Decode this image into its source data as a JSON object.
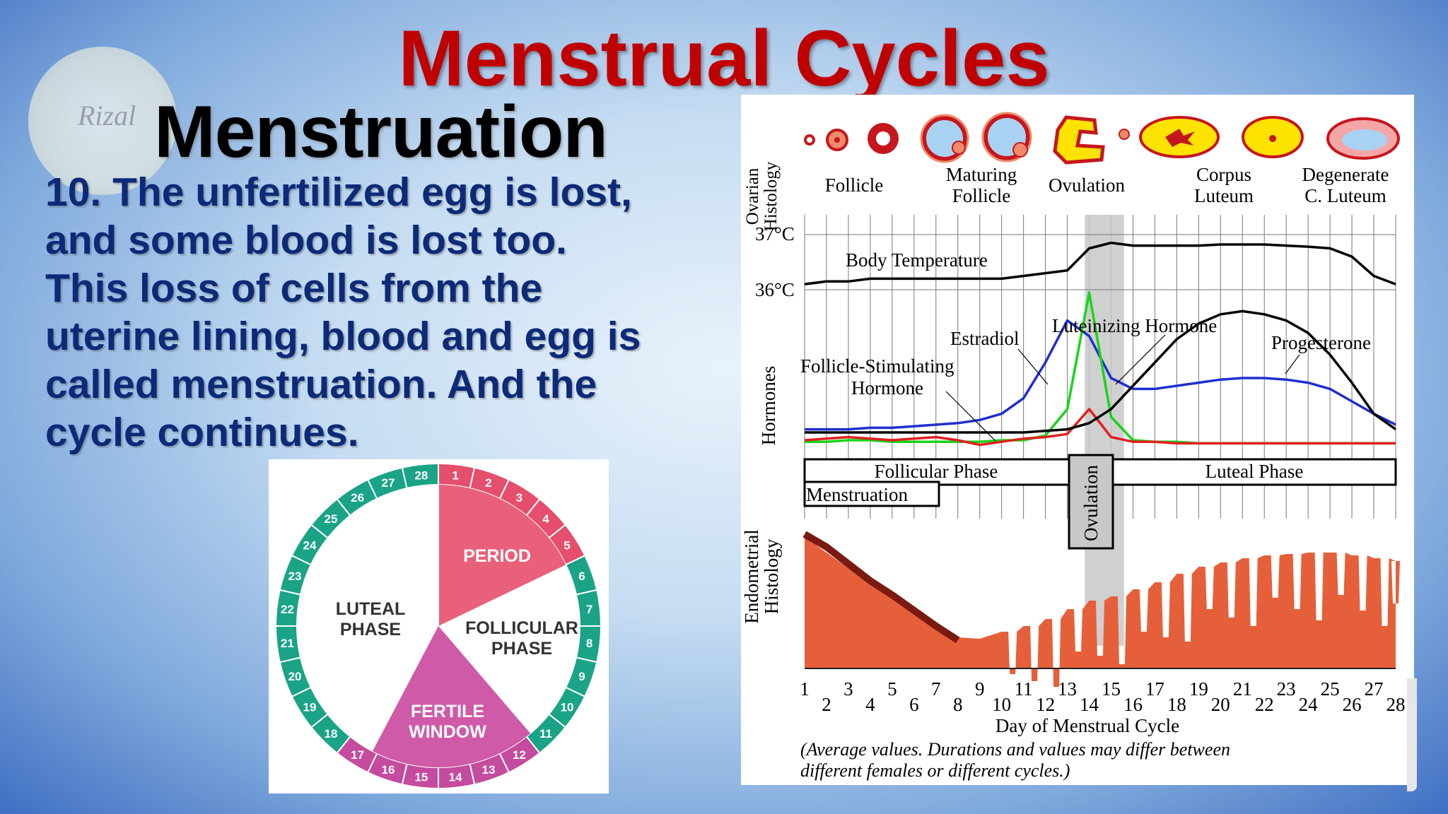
{
  "title": "Menstrual Cycles",
  "subtitle": "Menstruation",
  "body_lines": [
    "10. The unfertilized egg is lost,",
    "and some blood is lost  too.",
    "This loss of cells from the",
    "uterine lining, blood and egg is",
    "called menstruation. And the",
    "cycle continues."
  ],
  "seal_text": "Rizal",
  "wheel": {
    "period_label": "PERIOD",
    "follicular_label": [
      "FOLLICULAR",
      "PHASE"
    ],
    "luteal_label": [
      "LUTEAL",
      "PHASE"
    ],
    "fertile_label": [
      "FERTILE",
      "WINDOW"
    ],
    "days": [
      "1",
      "2",
      "3",
      "4",
      "5",
      "6",
      "7",
      "8",
      "9",
      "10",
      "11",
      "12",
      "13",
      "14",
      "15",
      "16",
      "17",
      "18",
      "19",
      "20",
      "21",
      "22",
      "23",
      "24",
      "25",
      "26",
      "27",
      "28"
    ],
    "colors": {
      "period": "#e8607a",
      "period_ring": "#e54e6c",
      "fertile": "#cf5aa8",
      "fertile_ring": "#c44b9d",
      "teal_ring": "#1aa387",
      "white": "#ffffff"
    }
  },
  "chart": {
    "ovarian_title": [
      "Ovarian",
      "Histology"
    ],
    "ovarian_labels": [
      [
        "Follicle"
      ],
      [
        "Maturing",
        "Follicle"
      ],
      [
        "Ovulation"
      ],
      [
        "Corpus",
        "Luteum"
      ],
      [
        "Degenerate",
        "C. Luteum"
      ]
    ],
    "temp_ticks": [
      "37°C",
      "36°C"
    ],
    "body_temperature_label": "Body Temperature",
    "hormones_title": "Hormones",
    "hormone_labels": {
      "estradiol": "Estradiol",
      "lh": "Luteinizing  Hormone",
      "progesterone": "Progesterone",
      "fsh": [
        "Follicle-Stimulating",
        "Hormone"
      ]
    },
    "phase_labels": {
      "follicular": "Follicular Phase",
      "luteal": "Luteal Phase",
      "menstruation": "Menstruation",
      "ovulation": "Ovulation"
    },
    "endometrial_title": [
      "Endometrial",
      "Histology"
    ],
    "day_ticks_odd": [
      "1",
      "3",
      "5",
      "7",
      "9",
      "11",
      "13",
      "15",
      "17",
      "19",
      "21",
      "23",
      "25",
      "27"
    ],
    "day_ticks_even": [
      "2",
      "4",
      "6",
      "8",
      "10",
      "12",
      "14",
      "16",
      "18",
      "20",
      "22",
      "24",
      "26",
      "28"
    ],
    "xlabel": "Day of Menstrual Cycle",
    "note": [
      "(Average values. Durations and values may differ between",
      "different females or different cycles.)"
    ],
    "colors": {
      "estradiol": "#1f2fd0",
      "lh": "#19d419",
      "fsh": "#e02020",
      "progesterone": "#000000",
      "endometrium": "#e5603a",
      "endometrium_dark": "#7a1a10",
      "ovulation_band": "#c8c8c8",
      "follicle_fill": "#c6161d",
      "follicle_ring": "#ef8a6a",
      "corpus": "#ffe300"
    }
  },
  "chart_data": [
    {
      "type": "line",
      "ylabel": "",
      "x": [
        1,
        2,
        3,
        4,
        5,
        6,
        7,
        8,
        9,
        10,
        11,
        12,
        13,
        14,
        15,
        16,
        17,
        18,
        19,
        20,
        21,
        22,
        23,
        24,
        25,
        26,
        27,
        28
      ],
      "series": [
        {
          "name": "Body Temperature",
          "values": [
            36.1,
            36.15,
            36.15,
            36.2,
            36.2,
            36.2,
            36.2,
            36.2,
            36.2,
            36.2,
            36.25,
            36.3,
            36.35,
            36.75,
            36.85,
            36.8,
            36.8,
            36.8,
            36.8,
            36.82,
            36.82,
            36.82,
            36.8,
            36.78,
            36.75,
            36.6,
            36.25,
            36.1
          ]
        }
      ]
    },
    {
      "type": "line",
      "x": [
        1,
        2,
        3,
        4,
        5,
        6,
        7,
        8,
        9,
        10,
        11,
        12,
        13,
        14,
        15,
        16,
        17,
        18,
        19,
        20,
        21,
        22,
        23,
        24,
        25,
        26,
        27,
        28
      ],
      "series": [
        {
          "name": "Estradiol",
          "values": [
            0.12,
            0.12,
            0.12,
            0.13,
            0.13,
            0.14,
            0.15,
            0.16,
            0.18,
            0.22,
            0.32,
            0.55,
            0.82,
            0.72,
            0.45,
            0.38,
            0.38,
            0.4,
            0.42,
            0.44,
            0.45,
            0.45,
            0.44,
            0.42,
            0.38,
            0.3,
            0.22,
            0.15
          ]
        },
        {
          "name": "Luteinizing  Hormone",
          "values": [
            0.04,
            0.04,
            0.05,
            0.05,
            0.04,
            0.04,
            0.04,
            0.04,
            0.04,
            0.05,
            0.05,
            0.08,
            0.25,
            1.0,
            0.2,
            0.05,
            0.04,
            0.04,
            0.03,
            0.03,
            0.03,
            0.03,
            0.03,
            0.03,
            0.03,
            0.03,
            0.03,
            0.03
          ]
        },
        {
          "name": "Follicle-Stimulating Hormone",
          "values": [
            0.05,
            0.06,
            0.07,
            0.06,
            0.05,
            0.06,
            0.07,
            0.05,
            0.02,
            0.04,
            0.06,
            0.07,
            0.09,
            0.25,
            0.07,
            0.04,
            0.04,
            0.03,
            0.03,
            0.03,
            0.03,
            0.03,
            0.03,
            0.03,
            0.03,
            0.03,
            0.03,
            0.03
          ]
        },
        {
          "name": "Progesterone",
          "values": [
            0.1,
            0.1,
            0.1,
            0.1,
            0.1,
            0.1,
            0.1,
            0.1,
            0.1,
            0.1,
            0.1,
            0.11,
            0.12,
            0.16,
            0.25,
            0.4,
            0.55,
            0.7,
            0.8,
            0.86,
            0.88,
            0.86,
            0.82,
            0.74,
            0.6,
            0.42,
            0.22,
            0.12
          ]
        }
      ]
    }
  ]
}
